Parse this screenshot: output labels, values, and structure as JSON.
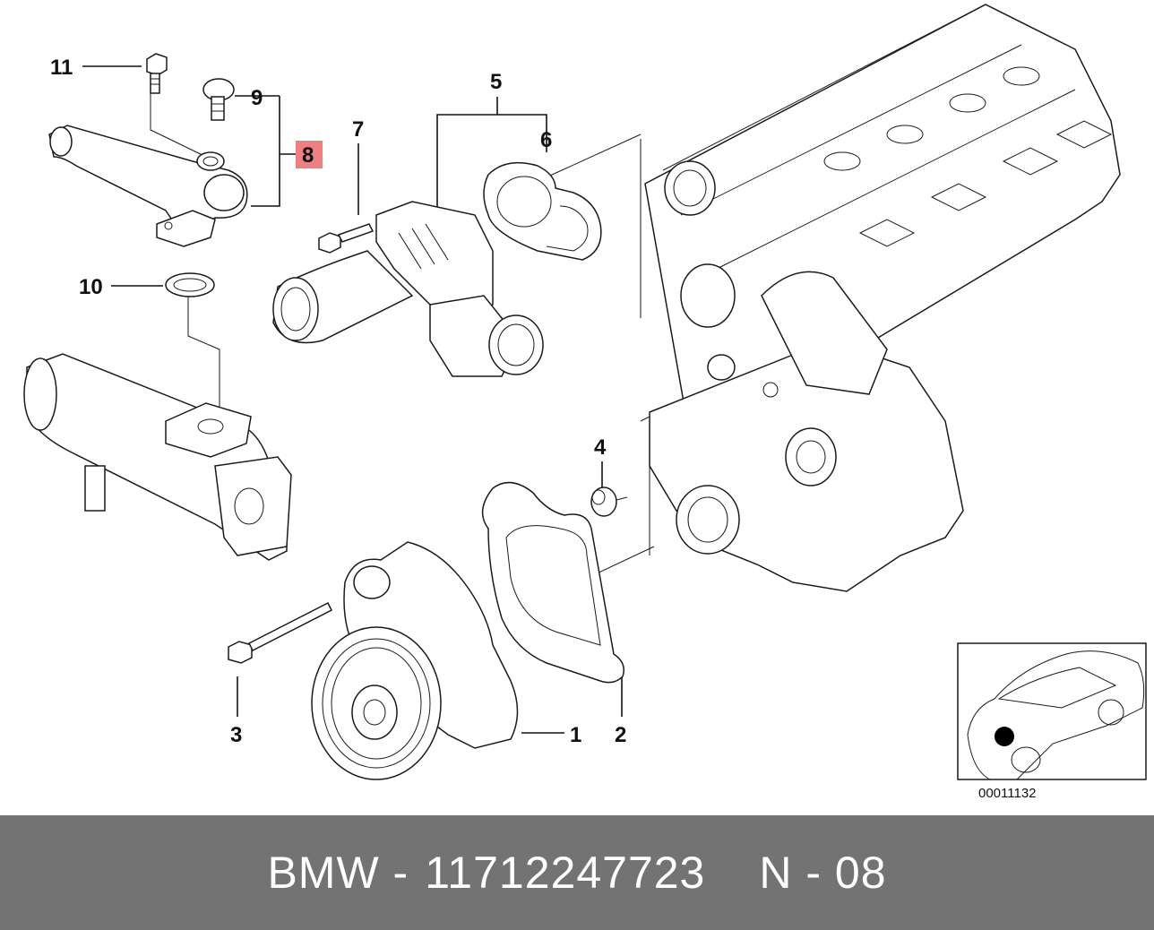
{
  "diagram": {
    "callouts": [
      {
        "id": "1",
        "label": "1"
      },
      {
        "id": "2",
        "label": "2"
      },
      {
        "id": "3",
        "label": "3"
      },
      {
        "id": "4",
        "label": "4"
      },
      {
        "id": "5",
        "label": "5"
      },
      {
        "id": "6",
        "label": "6"
      },
      {
        "id": "7",
        "label": "7"
      },
      {
        "id": "8",
        "label": "8",
        "highlighted": true
      },
      {
        "id": "9",
        "label": "9"
      },
      {
        "id": "10",
        "label": "10"
      },
      {
        "id": "11",
        "label": "11"
      }
    ],
    "highlight_color": "#f07f7f",
    "reference_code": "00011132"
  },
  "footer": {
    "brand": "BMW -",
    "part_number": "11712247723",
    "sheet": "N - 08",
    "background": "#737373"
  }
}
